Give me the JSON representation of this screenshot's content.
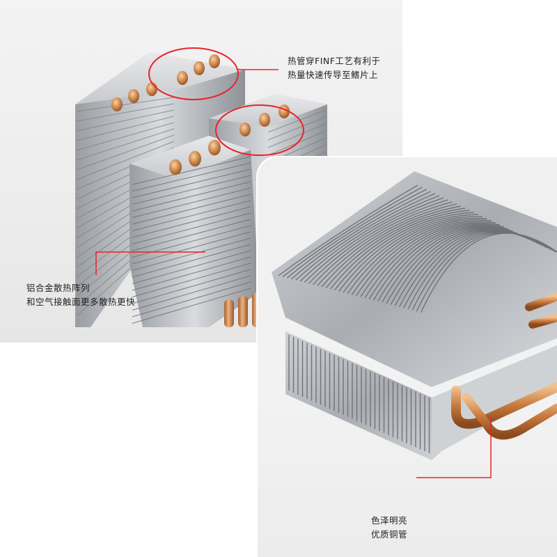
{
  "captions": {
    "heatpipe": {
      "line1": "热管穿FINF工艺有利于",
      "line2": "热量快速传导至鳍片上"
    },
    "aluminum": {
      "line1": "铝合金散热阵列",
      "line2": "和空气接触面更多散热更快"
    },
    "copper": {
      "line1": "色泽明亮",
      "line2": "优质铜管"
    }
  },
  "colors": {
    "highlight": "#e8232a",
    "copper": "#c98245",
    "aluminum": "#b8bcc0",
    "background": "#ffffff"
  }
}
